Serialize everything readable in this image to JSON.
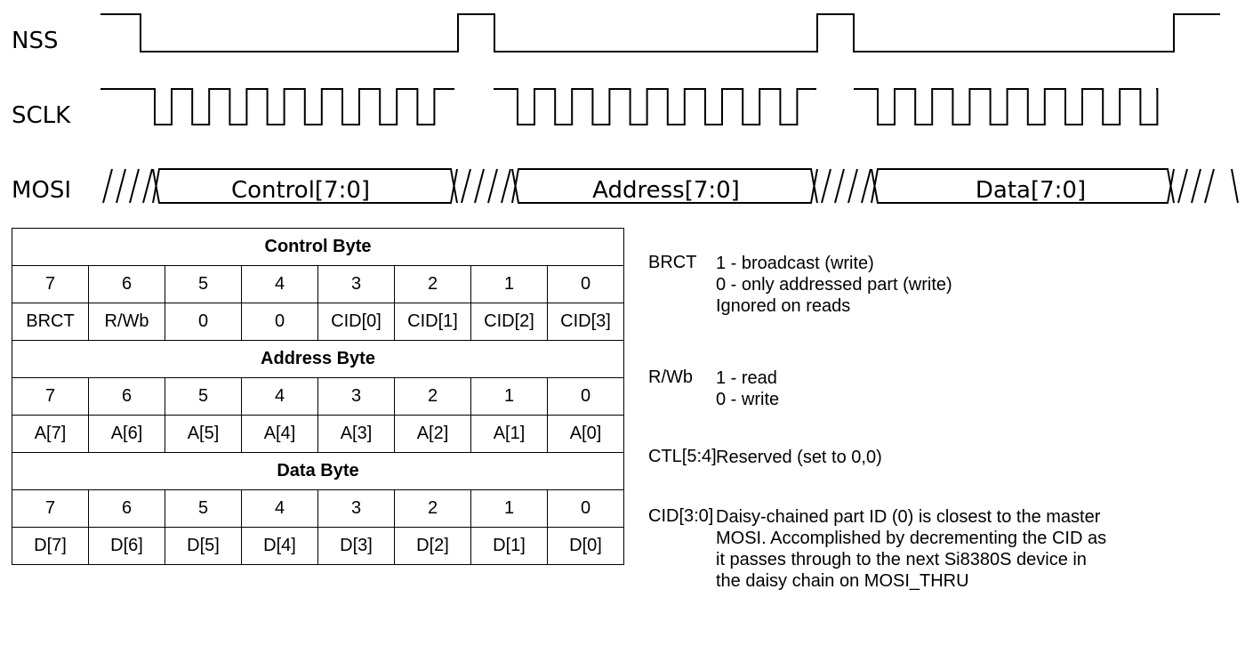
{
  "signals": {
    "nss": "NSS",
    "sclk": "SCLK",
    "mosi": "MOSI"
  },
  "bus": {
    "control": "Control[7:0]",
    "address": "Address[7:0]",
    "data": "Data[7:0]"
  },
  "table": {
    "sections": [
      {
        "title": "Control Byte",
        "bits": [
          "7",
          "6",
          "5",
          "4",
          "3",
          "2",
          "1",
          "0"
        ],
        "fields": [
          "BRCT",
          "R/Wb",
          "0",
          "0",
          "CID[0]",
          "CID[1]",
          "CID[2]",
          "CID[3]"
        ]
      },
      {
        "title": "Address Byte",
        "bits": [
          "7",
          "6",
          "5",
          "4",
          "3",
          "2",
          "1",
          "0"
        ],
        "fields": [
          "A[7]",
          "A[6]",
          "A[5]",
          "A[4]",
          "A[3]",
          "A[2]",
          "A[1]",
          "A[0]"
        ]
      },
      {
        "title": "Data Byte",
        "bits": [
          "7",
          "6",
          "5",
          "4",
          "3",
          "2",
          "1",
          "0"
        ],
        "fields": [
          "D[7]",
          "D[6]",
          "D[5]",
          "D[4]",
          "D[3]",
          "D[2]",
          "D[1]",
          "D[0]"
        ]
      }
    ]
  },
  "descriptions": [
    {
      "name": "BRCT",
      "lines": [
        "1 - broadcast (write)",
        "0 - only addressed part (write)",
        "Ignored on reads"
      ]
    },
    {
      "name": "R/Wb",
      "lines": [
        "1 - read",
        "0 - write"
      ]
    },
    {
      "name": "CTL[5:4]",
      "lines": [
        "Reserved (set to 0,0)"
      ]
    },
    {
      "name": "CID[3:0]",
      "lines": [
        "Daisy-chained part ID (0) is closest to the master",
        "MOSI. Accomplished by decrementing the CID as",
        "it passes through to the next Si8380S device in",
        "the daisy chain on MOSI_THRU"
      ]
    }
  ]
}
